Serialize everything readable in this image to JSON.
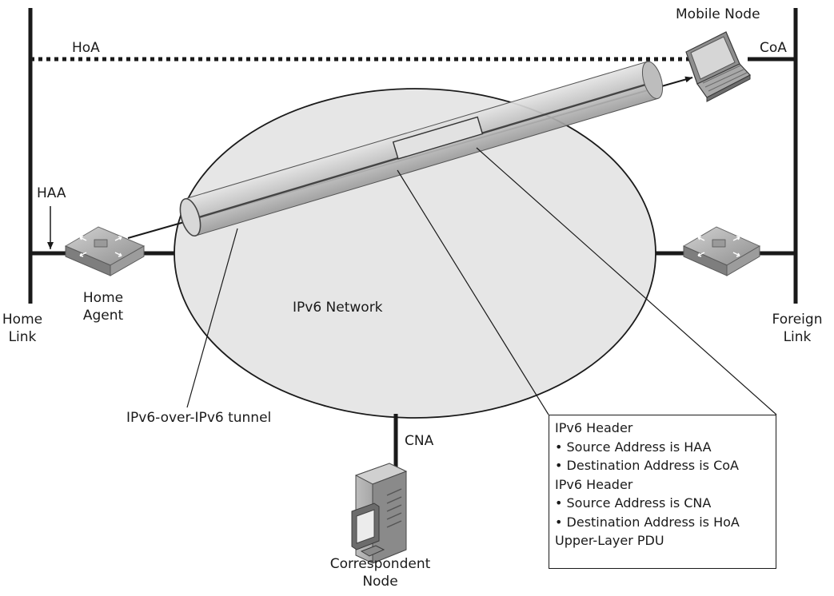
{
  "diagram": {
    "links": {
      "home_link": [
        "Home",
        "Link"
      ],
      "foreign_link": [
        "Foreign",
        "Link"
      ]
    },
    "addresses": {
      "hoa": "HoA",
      "coa": "CoA",
      "haa": "HAA",
      "cna": "CNA"
    },
    "nodes": {
      "mobile_node": "Mobile Node",
      "home_agent": [
        "Home",
        "Agent"
      ],
      "correspondent_node": [
        "Correspondent",
        "Node"
      ]
    },
    "network_label": "IPv6 Network",
    "tunnel_label": "IPv6-over-IPv6 tunnel",
    "packet": {
      "lines": [
        "IPv6 Header",
        "• Source Address is HAA",
        "• Destination Address is CoA",
        "IPv6 Header",
        "• Source Address is CNA",
        "• Destination Address is HoA",
        "Upper-Layer PDU"
      ]
    },
    "colors": {
      "line": "#1a1a1a",
      "network_fill": "#e8e8e8",
      "tunnel_fill": "#c8c8c8",
      "device_gray": "#9a9a9a"
    }
  }
}
